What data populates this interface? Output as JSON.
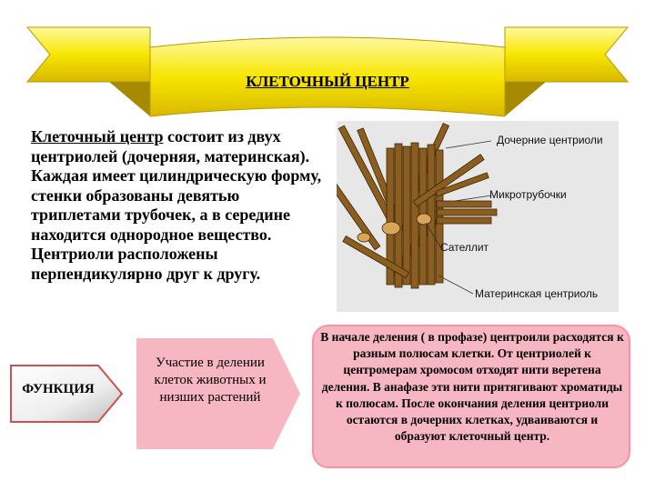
{
  "title": "КЛЕТОЧНЫЙ ЦЕНТР",
  "main_text": {
    "underlined": "Клеточный центр",
    "rest": " состоит из двух центриолей (дочерняя, материнская). Каждая имеет цилиндрическую форму, стенки образованы девятью триплетами трубочек, а в середине находится однородное вещество. Центриоли расположены перпендикулярно друг к другу."
  },
  "figure": {
    "labels": {
      "daughter": "Дочерние центриоли",
      "microtubules": "Микротрубочки",
      "satellite": "Сателлит",
      "mother": "Материнская центриоль"
    }
  },
  "function": {
    "label": "ФУНКЦИЯ",
    "description": "Участие в делении клеток животных и низших растений"
  },
  "info": {
    "text": "В начале деления ( в профазе) центроили расходятся к разным полюсам клетки. От центриолей к центромерам хромосом отходят нити веретена деления. В анафазе эти нити притягивают хроматиды к полюсам. После окончания деления центриоли остаются в дочерних клетках, удваиваются и образуют клеточный центр."
  },
  "colors": {
    "banner_yellow": "#f7e600",
    "tubule_brown": "#8b5e20",
    "pink": "#f6b7c3"
  }
}
